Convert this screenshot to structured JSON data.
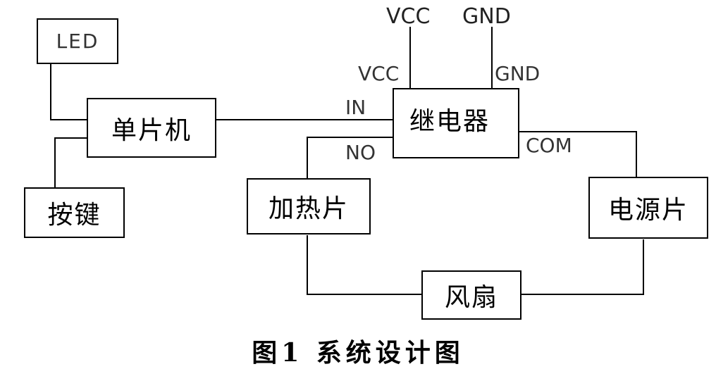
{
  "components": {
    "led": "LED",
    "mcu": "单片机",
    "button": "按键",
    "relay": "继电器",
    "heater": "加热片",
    "power": "电源片",
    "fan": "风扇"
  },
  "pins": {
    "vcc_supply": "VCC",
    "gnd_supply": "GND",
    "vcc_pin": "VCC",
    "gnd_pin": "GND",
    "in_pin": "IN",
    "no_pin": "NO",
    "com_pin": "COM"
  },
  "caption": "图1  系统设计图"
}
